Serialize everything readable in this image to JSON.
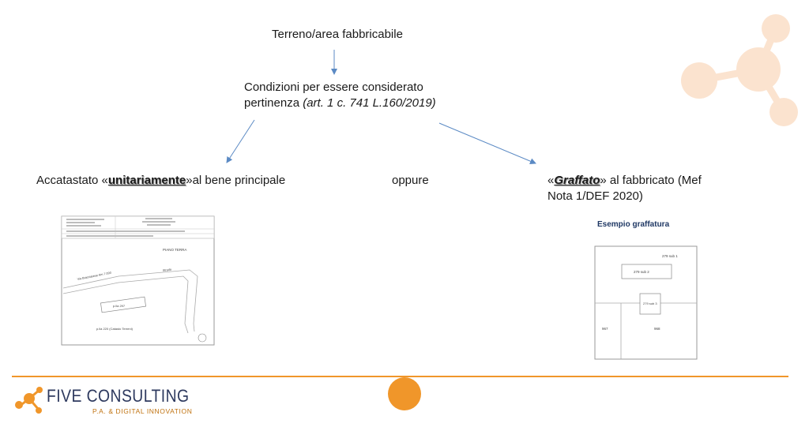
{
  "diagram": {
    "top": "Terreno/area fabbricabile",
    "middle": {
      "line1": "Condizioni per essere considerato",
      "line2_plain": "pertinenza ",
      "line2_italic": "(art. 1 c. 741 L.160/2019)"
    },
    "left": {
      "before": "Accatastato «",
      "emph": "unitariamente",
      "after": "»al bene principale"
    },
    "or": "oppure",
    "right": {
      "before": "«",
      "emph": "Graffato",
      "after": "» al fabbricato (Mef",
      "line2": "Nota 1/DEF 2020)"
    }
  },
  "example_caption": "Esempio graffatura",
  "plan_left": {
    "floor": "PIANO TERRA",
    "street": "Via Bracciarese Km 7.000",
    "road": "Strada",
    "parcel": "p.lla 297",
    "note": "p.lla 220 (Catasto Terreni)"
  },
  "plan_right": {
    "sub1": "279 sub 1",
    "sub2": "279 sub 2",
    "sub3": "279 sub 3",
    "lot1": "967",
    "lot2": "968"
  },
  "logo": {
    "name": "FIVE CONSULTING",
    "tagline": "P.A. & DIGITAL INNOVATION"
  },
  "colors": {
    "accent": "#f0962a",
    "arrow": "#5b8ac4",
    "decor": "#fbe3cf"
  }
}
